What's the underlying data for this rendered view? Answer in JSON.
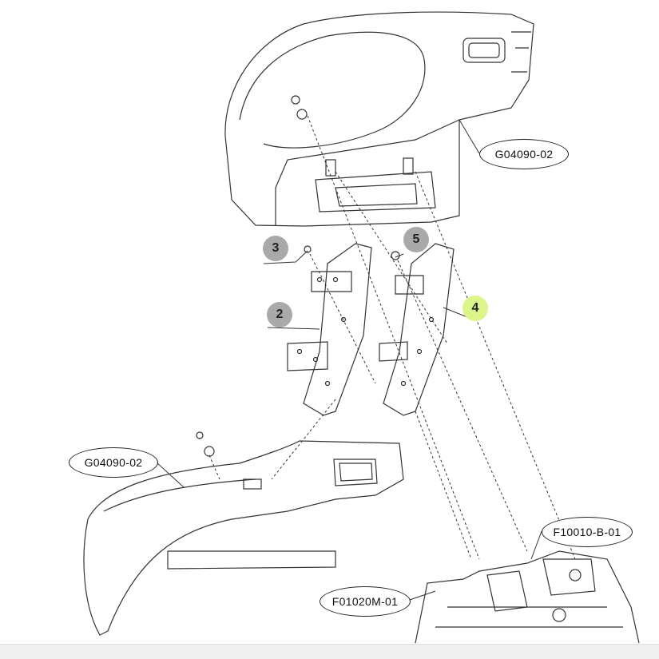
{
  "callouts": {
    "top_fender": "G04090-02",
    "left_fender": "G04090-02",
    "frame_right": "F10010-B-01",
    "frame_left": "F01020M-01"
  },
  "item_badges": [
    "3",
    "5",
    "2",
    "4"
  ],
  "colors": {
    "badge_gray": "#a9a9a9",
    "badge_highlight": "#dbf58a",
    "line": "#333333"
  }
}
